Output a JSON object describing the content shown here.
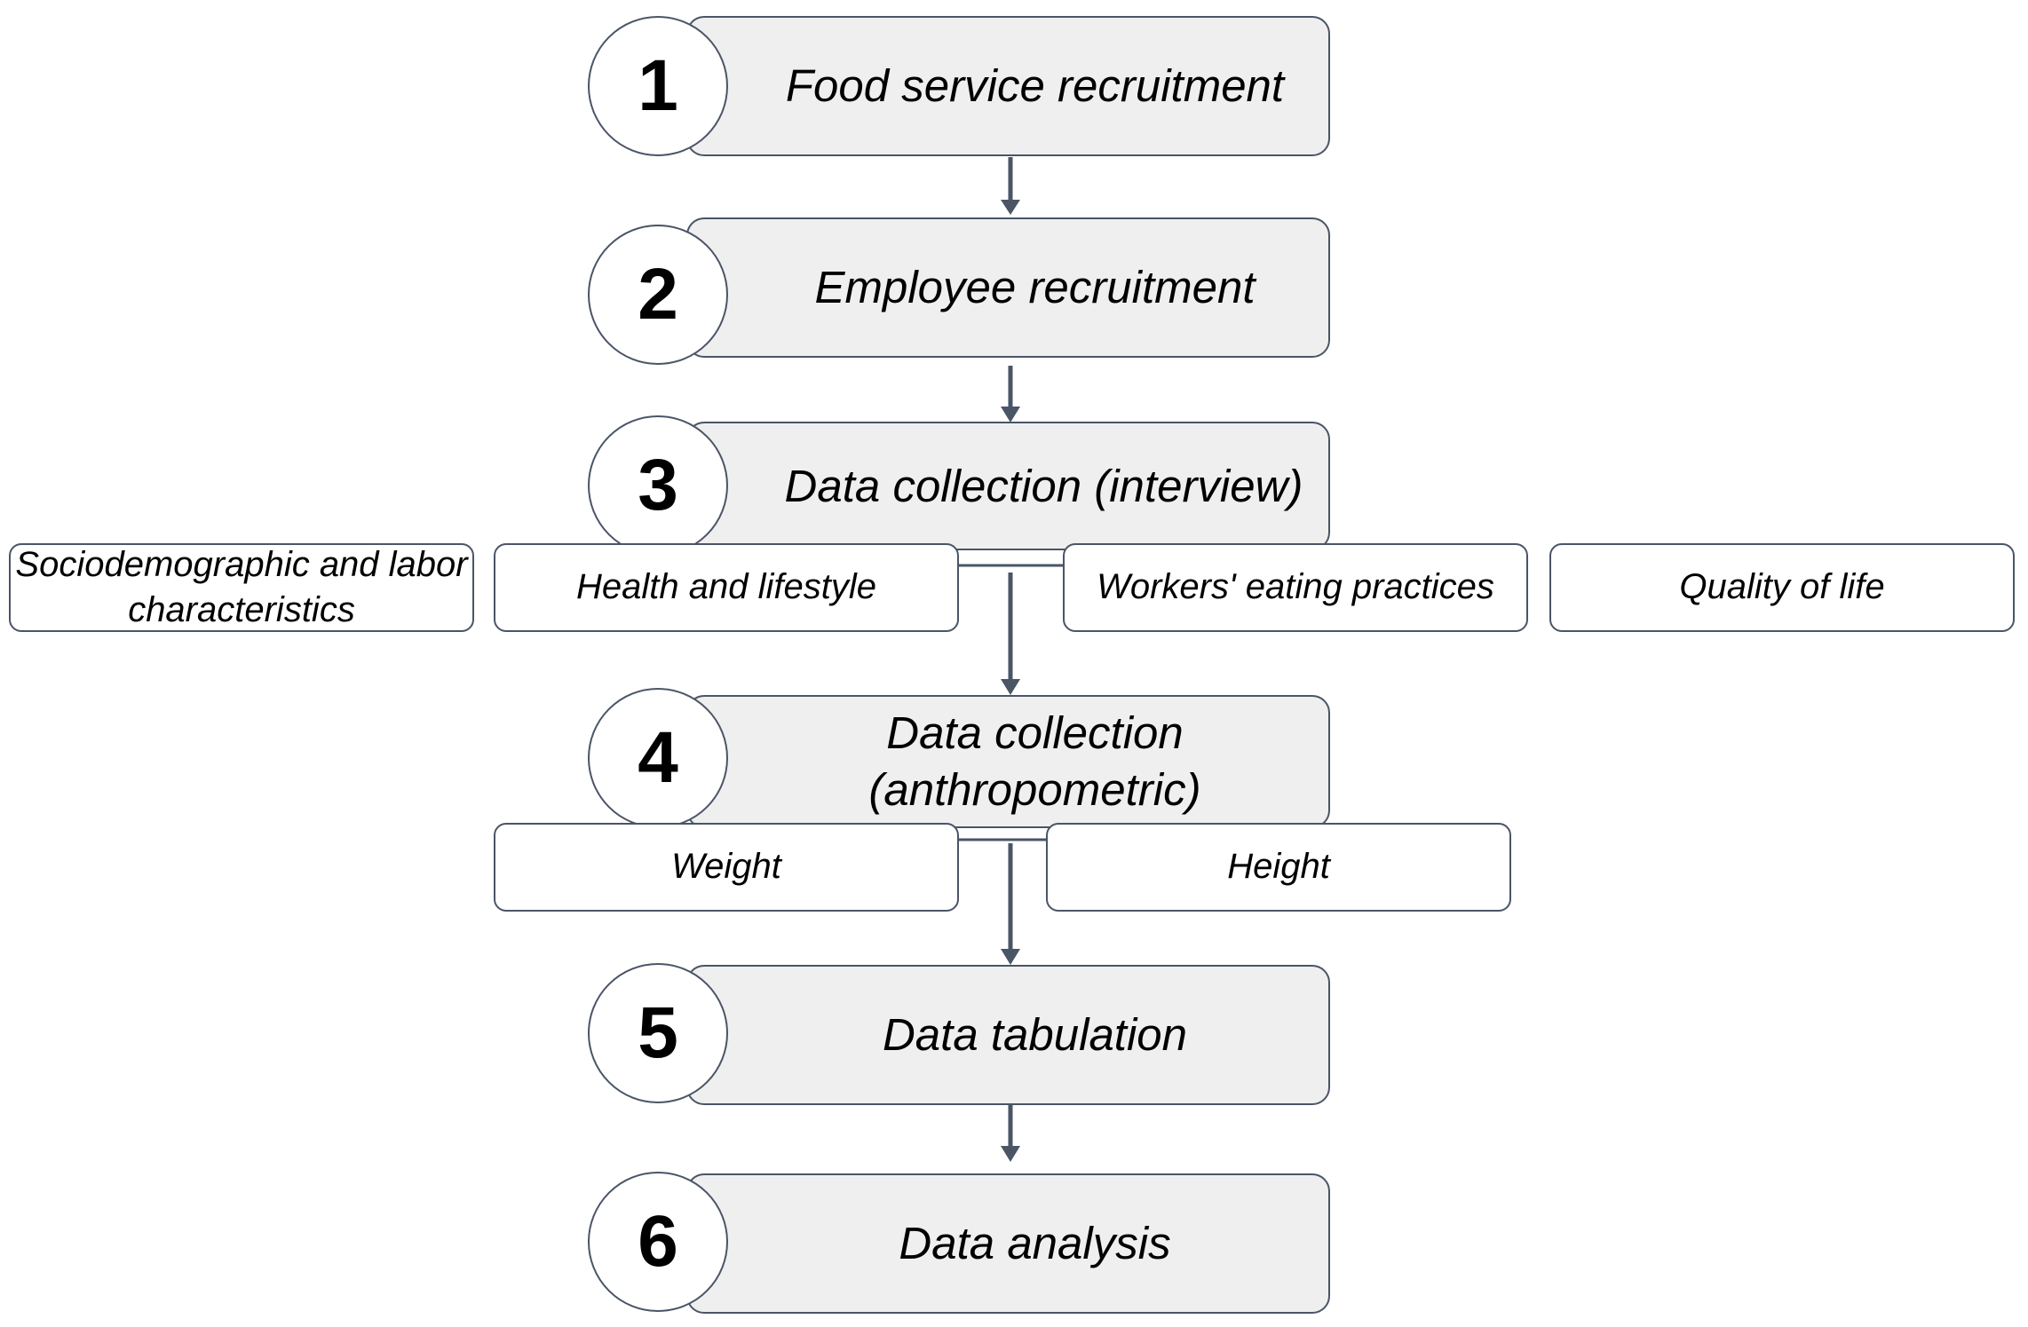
{
  "steps": [
    {
      "number": "1",
      "label": "Food service recruitment"
    },
    {
      "number": "2",
      "label": "Employee recruitment"
    },
    {
      "number": "3",
      "label": "Data collection (interview)"
    },
    {
      "number": "4",
      "label": "Data collection (anthropometric)"
    },
    {
      "number": "5",
      "label": "Data tabulation"
    },
    {
      "number": "6",
      "label": "Data analysis"
    }
  ],
  "interview_items": [
    "Sociodemographic and labor characteristics",
    "Health and lifestyle",
    "Workers' eating practices",
    "Quality of life"
  ],
  "anthropometric_items": [
    "Weight",
    "Height"
  ],
  "colors": {
    "step_fill": "#efefef",
    "outline": "#4a5566",
    "arrow": "#4a5566"
  }
}
